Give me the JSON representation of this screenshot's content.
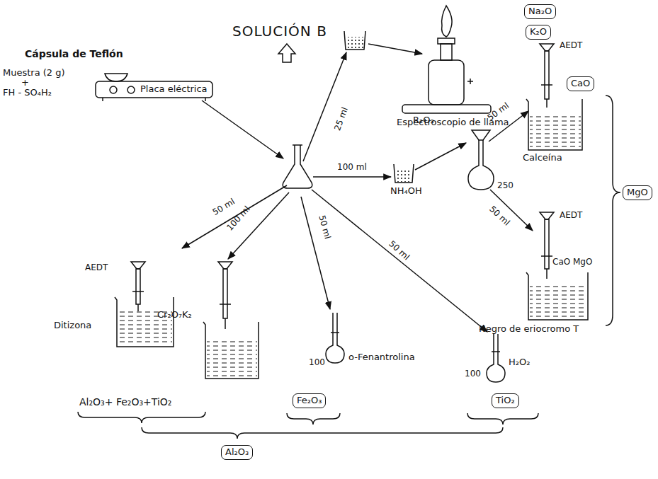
{
  "diagram": {
    "nodes": [
      {
        "text": [
          "Na₂O"
        ]
      },
      {
        "text": [
          "K₂O"
        ]
      },
      {
        "text": [
          "CaO"
        ]
      },
      {
        "text": [
          "MgO"
        ]
      },
      {
        "text": [
          "Fe₂O₃"
        ]
      },
      {
        "text": [
          "TiO₂"
        ]
      },
      {
        "text": [
          "Al₂O₃"
        ]
      }
    ],
    "labels": [
      "SOLUCIÓN B",
      "Cápsula de Teflón",
      "Muestra (2 g)",
      "+",
      "FH - SO₄H₂",
      "Placa eléctrica",
      "25 ml",
      "100 ml",
      "50 ml",
      "100 ml",
      "50 ml",
      "50 ml",
      "Espectroscopio de llama",
      "AEDT",
      "Calceína",
      "R₂O₃",
      "NH₄OH",
      "50 ml",
      "250",
      "50 ml",
      "AEDT",
      "CaO  MgO",
      "Negro de eriocromo T",
      "AEDT",
      "Ditizona",
      "Cr₂O₇K₂",
      "100",
      "o-Fenantrolina",
      "100",
      "H₂O₂",
      "Al₂O₃+ Fe₂O₃+TiO₂"
    ]
  }
}
